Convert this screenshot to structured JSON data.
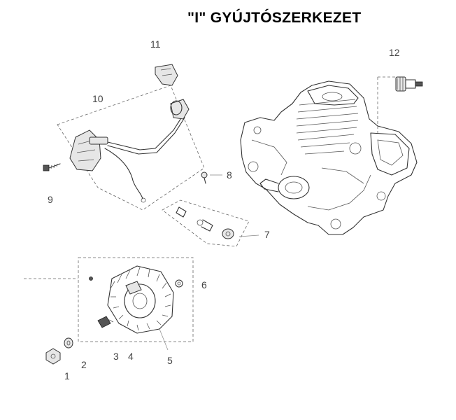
{
  "title": "\"I\" GYÚJTÓSZERKEZET",
  "part_numbers": {
    "p1": "1",
    "p2": "2",
    "p3": "3",
    "p4": "4",
    "p5": "5",
    "p6": "6",
    "p7": "7",
    "p8": "8",
    "p9": "9",
    "p10": "10",
    "p11": "11",
    "p12": "12"
  }
}
